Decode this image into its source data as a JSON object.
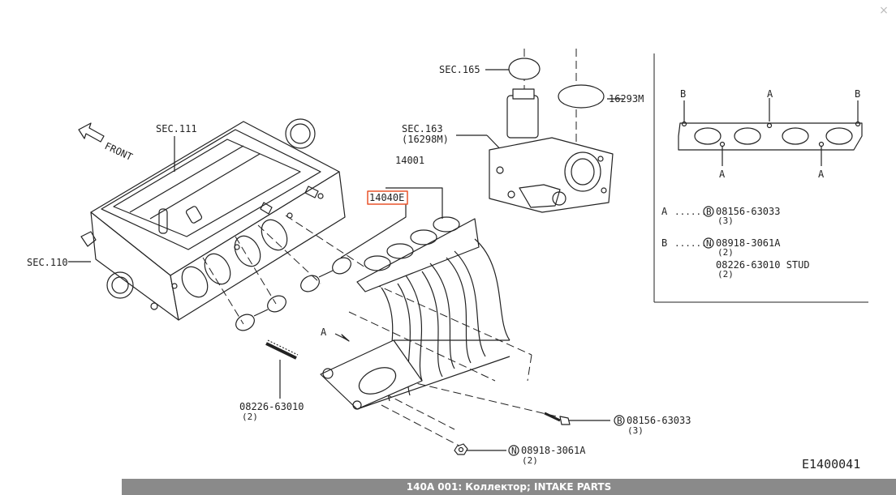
{
  "window": {
    "close_glyph": "×"
  },
  "diagram": {
    "sec111": "SEC.111",
    "front": "FRONT",
    "sec110": "SEC.110",
    "sec165": "SEC.165",
    "sec163": "SEC.163",
    "sec163_sub": "(16298M)",
    "part_16293M": "16293M",
    "part_14001": "14001",
    "part_14040E": "14040E",
    "view_a": "A",
    "stud": {
      "code": "08226-63010",
      "qty": "(2)"
    },
    "bolt": {
      "symbol": "B",
      "code": "08156-63033",
      "qty": "(3)"
    },
    "nut": {
      "symbol": "N",
      "code": "08918-3061A",
      "qty": "(2)"
    },
    "diagram_code": "E1400041"
  },
  "legend": {
    "label_b": "B",
    "label_a": "A",
    "row_a": {
      "letter": "A",
      "dots": "......",
      "symbol": "B",
      "code": "08156-63033",
      "qty": "(3)"
    },
    "row_b": {
      "letter": "B",
      "dots": "......",
      "symbol": "N",
      "code": "08918-3061A",
      "qty": "(2)"
    },
    "row_stud": {
      "code": "08226-63010 STUD",
      "qty": "(2)"
    }
  },
  "caption": "140A 001: Коллектор; INTAKE PARTS",
  "colors": {
    "line": "#222222",
    "highlight": "#e8532a",
    "caption_bg": "#8a8a8a"
  }
}
